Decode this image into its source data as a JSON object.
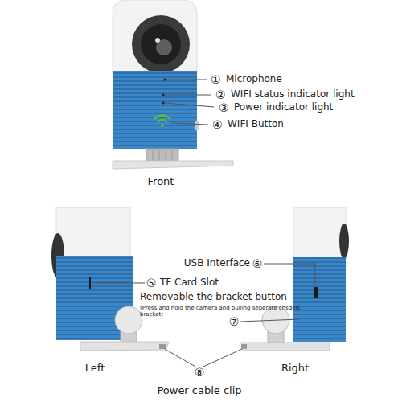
{
  "diagram": {
    "labels": [
      "①",
      "Microphone",
      "②",
      "WIFI status indicator light",
      "③",
      "Power indicator light",
      "④",
      "WIFI Button",
      "Front",
      "USB Interface",
      "⑥",
      "⑤",
      "TF Card Slot",
      "Removable the bracket button",
      "(Press and hold the camera and pulling seperate chsdols bracket)",
      "⑦",
      "Left",
      "Right",
      "⑧",
      "Power cable clip"
    ]
  }
}
